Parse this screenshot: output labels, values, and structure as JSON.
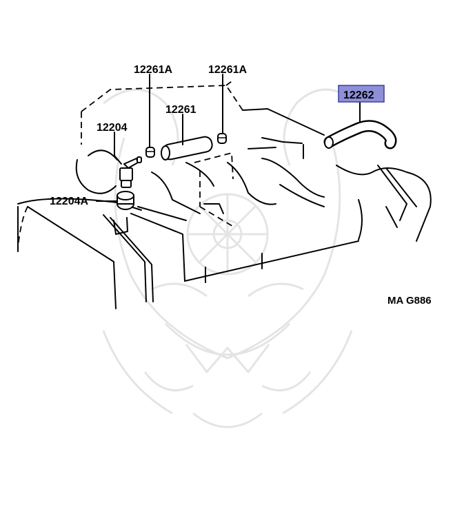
{
  "diagram": {
    "callouts": [
      {
        "id": "c1",
        "label": "12261A"
      },
      {
        "id": "c2",
        "label": "12261A"
      },
      {
        "id": "c3",
        "label": "12261"
      },
      {
        "id": "c4",
        "label": "12204"
      },
      {
        "id": "c5",
        "label": "12204A"
      },
      {
        "id": "c6",
        "label": "12262",
        "highlighted": true
      }
    ],
    "figure_ref": "MA G886",
    "highlight_color": "#8d8fd8"
  }
}
